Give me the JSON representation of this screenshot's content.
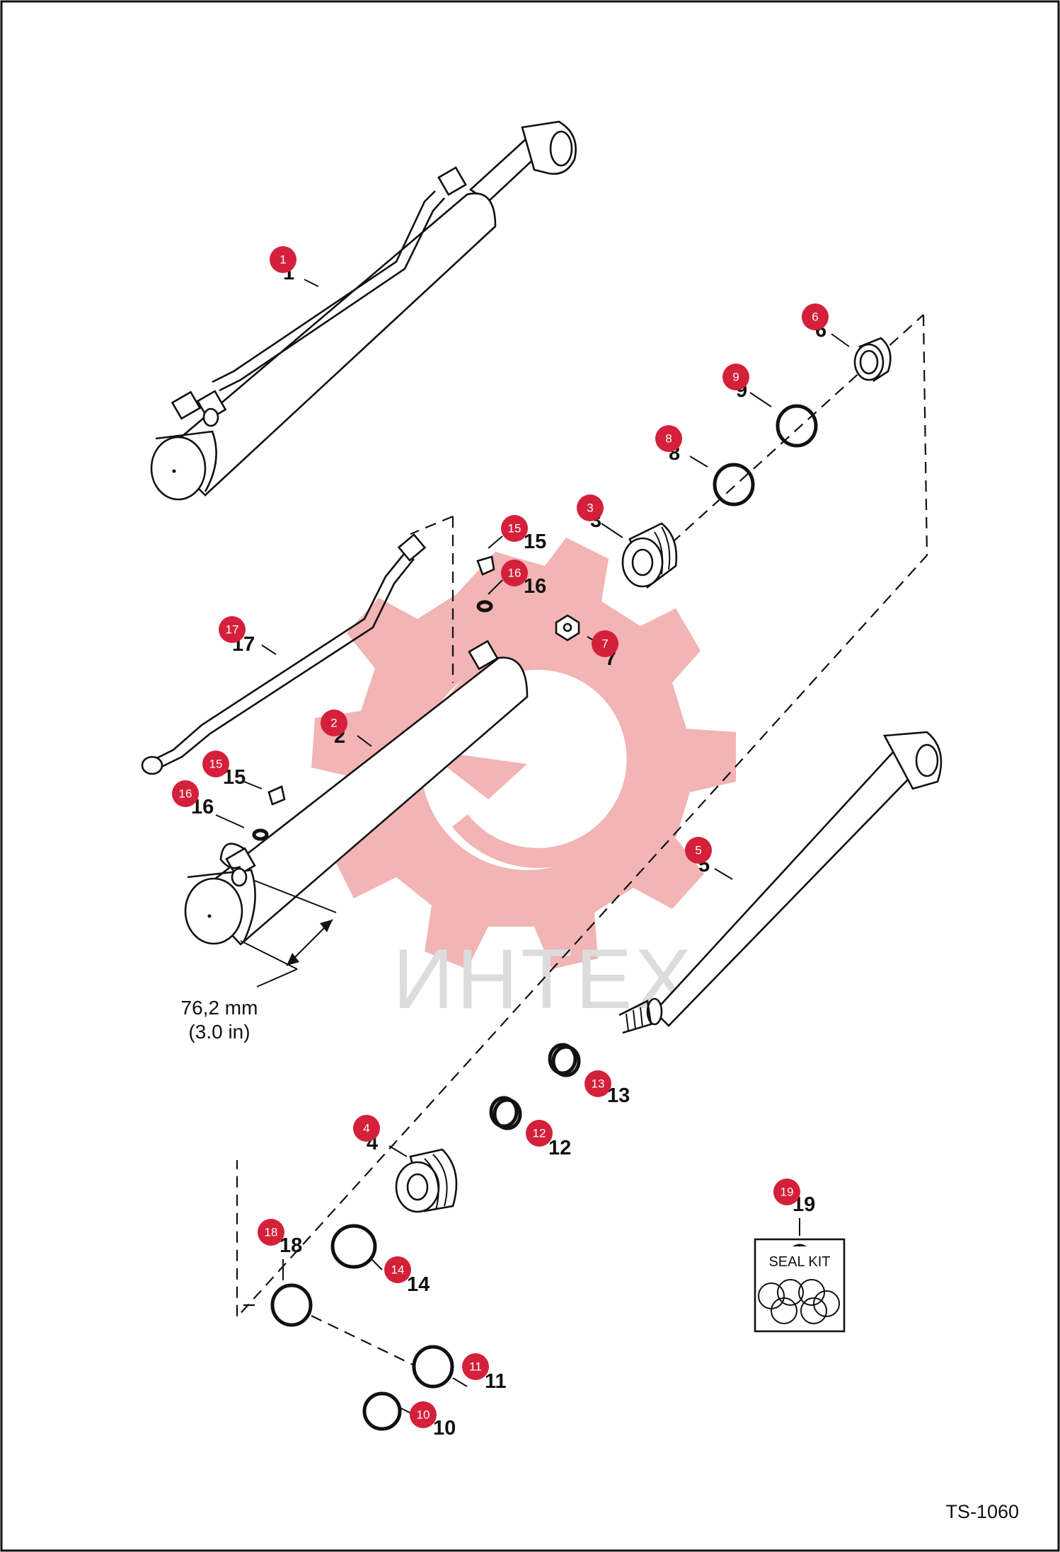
{
  "watermark": {
    "text": "ИНТЕХ",
    "color": "#f2b4b4"
  },
  "dimension": {
    "metric": "76,2 mm",
    "imperial": "(3.0 in)"
  },
  "seal_kit": {
    "label": "SEAL KIT"
  },
  "figure_code": "TS-1060",
  "badge_color": "#d4203a",
  "callouts": [
    "1",
    "2",
    "3",
    "4",
    "5",
    "6",
    "7",
    "8",
    "9",
    "10",
    "11",
    "12",
    "13",
    "14",
    "15",
    "16",
    "17",
    "18",
    "19"
  ]
}
